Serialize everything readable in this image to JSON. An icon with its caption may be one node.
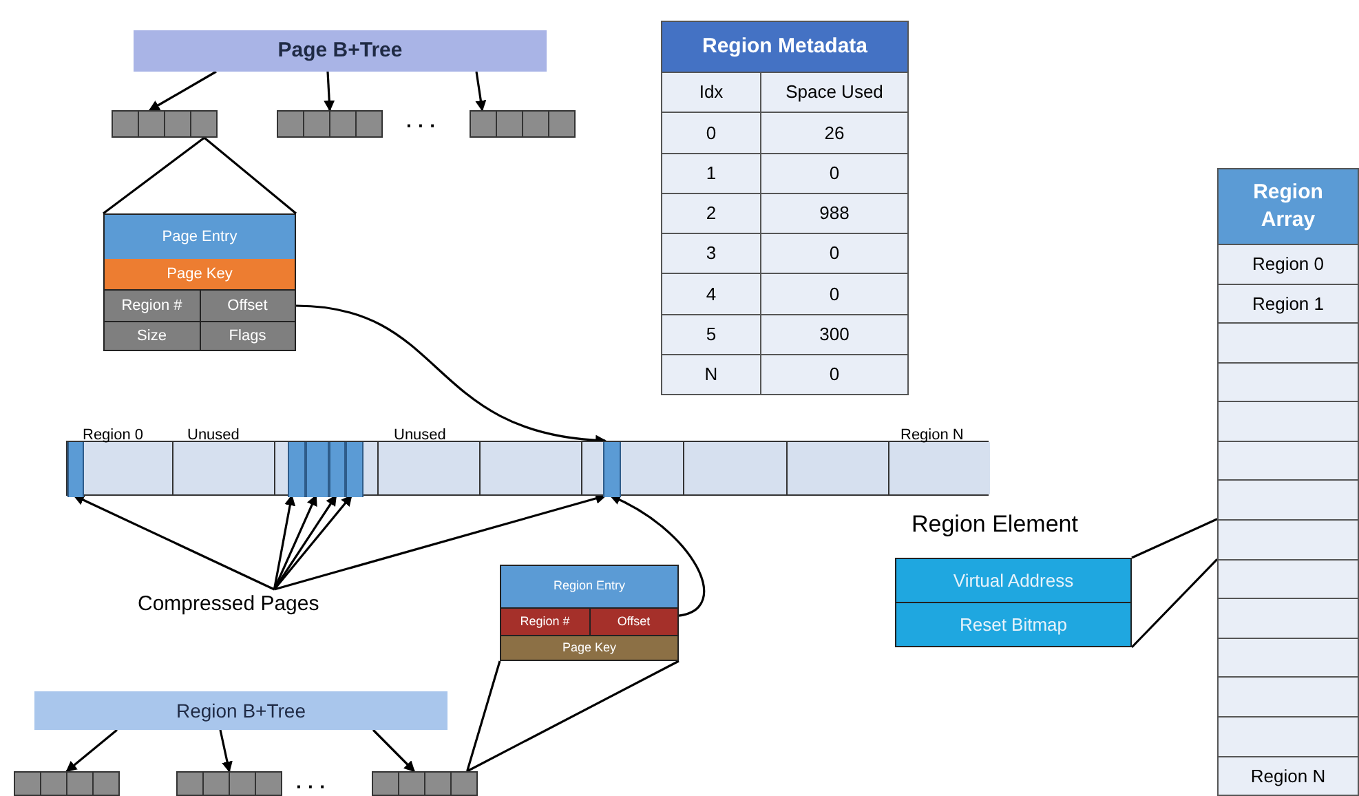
{
  "diagram": {
    "nodes": [
      {
        "text": [
          "Page B+Tree"
        ]
      },
      {
        "text": [],
        "shape": "box"
      },
      {
        "text": [],
        "shape": "box"
      },
      {
        "text": [],
        "shape": "box"
      },
      {
        "text": [
          "Page Entry",
          "Page Key",
          "Region #",
          "Offset",
          "Size",
          "Flags"
        ]
      },
      {
        "text": [
          "Region Metadata"
        ]
      },
      {
        "text": [],
        "shape": "bar"
      },
      {
        "text": [],
        "shape": "bar",
        "in": 6
      },
      {
        "text": [],
        "shape": "bar",
        "in": 6
      },
      {
        "text": [],
        "shape": "bar",
        "in": 6
      },
      {
        "text": [],
        "shape": "bar",
        "in": 6
      },
      {
        "text": [],
        "shape": "bar",
        "in": 6
      },
      {
        "text": [],
        "shape": "bar",
        "in": 6
      },
      {
        "text": [
          "Compressed Pages"
        ]
      },
      {
        "text": [
          "Region Entry",
          "Region #",
          "Offset",
          "Page Key"
        ]
      },
      {
        "text": [
          "Region B+Tree"
        ]
      },
      {
        "text": [],
        "shape": "box"
      },
      {
        "text": [],
        "shape": "box"
      },
      {
        "text": [],
        "shape": "box"
      },
      {
        "text": [
          "Region Element",
          "Virtual Address",
          "Reset Bitmap"
        ]
      },
      {
        "text": [
          "Region Array",
          "Region 0",
          "Region 1",
          "Region N"
        ]
      }
    ],
    "edges": [
      {
        "from": 0,
        "to": 1,
        "arrow": "to"
      },
      {
        "from": 0,
        "to": 2,
        "arrow": "to"
      },
      {
        "from": 0,
        "to": 3,
        "arrow": "to"
      },
      {
        "from": 1,
        "to": 4,
        "arrow": "none"
      },
      {
        "from": 4,
        "to": 12,
        "arrow": "to"
      },
      {
        "from": 13,
        "to": 7,
        "arrow": "to"
      },
      {
        "from": 13,
        "to": 8,
        "arrow": "to"
      },
      {
        "from": 13,
        "to": 9,
        "arrow": "to"
      },
      {
        "from": 13,
        "to": 10,
        "arrow": "to"
      },
      {
        "from": 13,
        "to": 11,
        "arrow": "to"
      },
      {
        "from": 13,
        "to": 12,
        "arrow": "to"
      },
      {
        "from": 14,
        "to": 12,
        "arrow": "to"
      },
      {
        "from": 15,
        "to": 16,
        "arrow": "to"
      },
      {
        "from": 15,
        "to": 17,
        "arrow": "to"
      },
      {
        "from": 15,
        "to": 18,
        "arrow": "to"
      },
      {
        "from": 18,
        "to": 14,
        "arrow": "none"
      },
      {
        "from": 20,
        "to": 19,
        "arrow": "none"
      }
    ],
    "labels": [
      "· · ·",
      "Idx",
      "Space Used",
      "0",
      "26",
      "1",
      "0",
      "2",
      "988",
      "3",
      "0",
      "4",
      "0",
      "5",
      "300",
      "N",
      "0",
      "Region 0",
      "Unused",
      "Unused",
      "Region N",
      "· · ·"
    ]
  }
}
